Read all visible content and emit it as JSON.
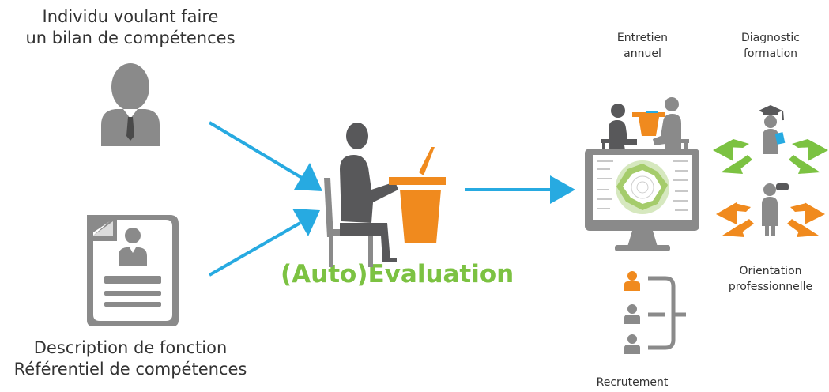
{
  "labels": {
    "individu": "Individu voulant faire\nun bilan de compétences",
    "description": "Description de fonction\nRéférentiel de compétences",
    "evaluation": "(Auto)Evaluation",
    "entretien": "Entretien\nannuel",
    "diagnostic": "Diagnostic\nformation",
    "orientation": "Orientation\nprofessionnelle",
    "recrutement": "Recrutement"
  },
  "colors": {
    "grey": "#8a8a8a",
    "dark": "#58585a",
    "orange": "#f08a1e",
    "green": "#7cc242",
    "blue": "#27aae1"
  },
  "icons": [
    "person-icon",
    "document-icon",
    "person-at-desk-icon",
    "meeting-icon",
    "monitor-radar-icon",
    "graduate-arrows-icon",
    "binoculars-arrows-icon",
    "recruitment-tree-icon"
  ]
}
